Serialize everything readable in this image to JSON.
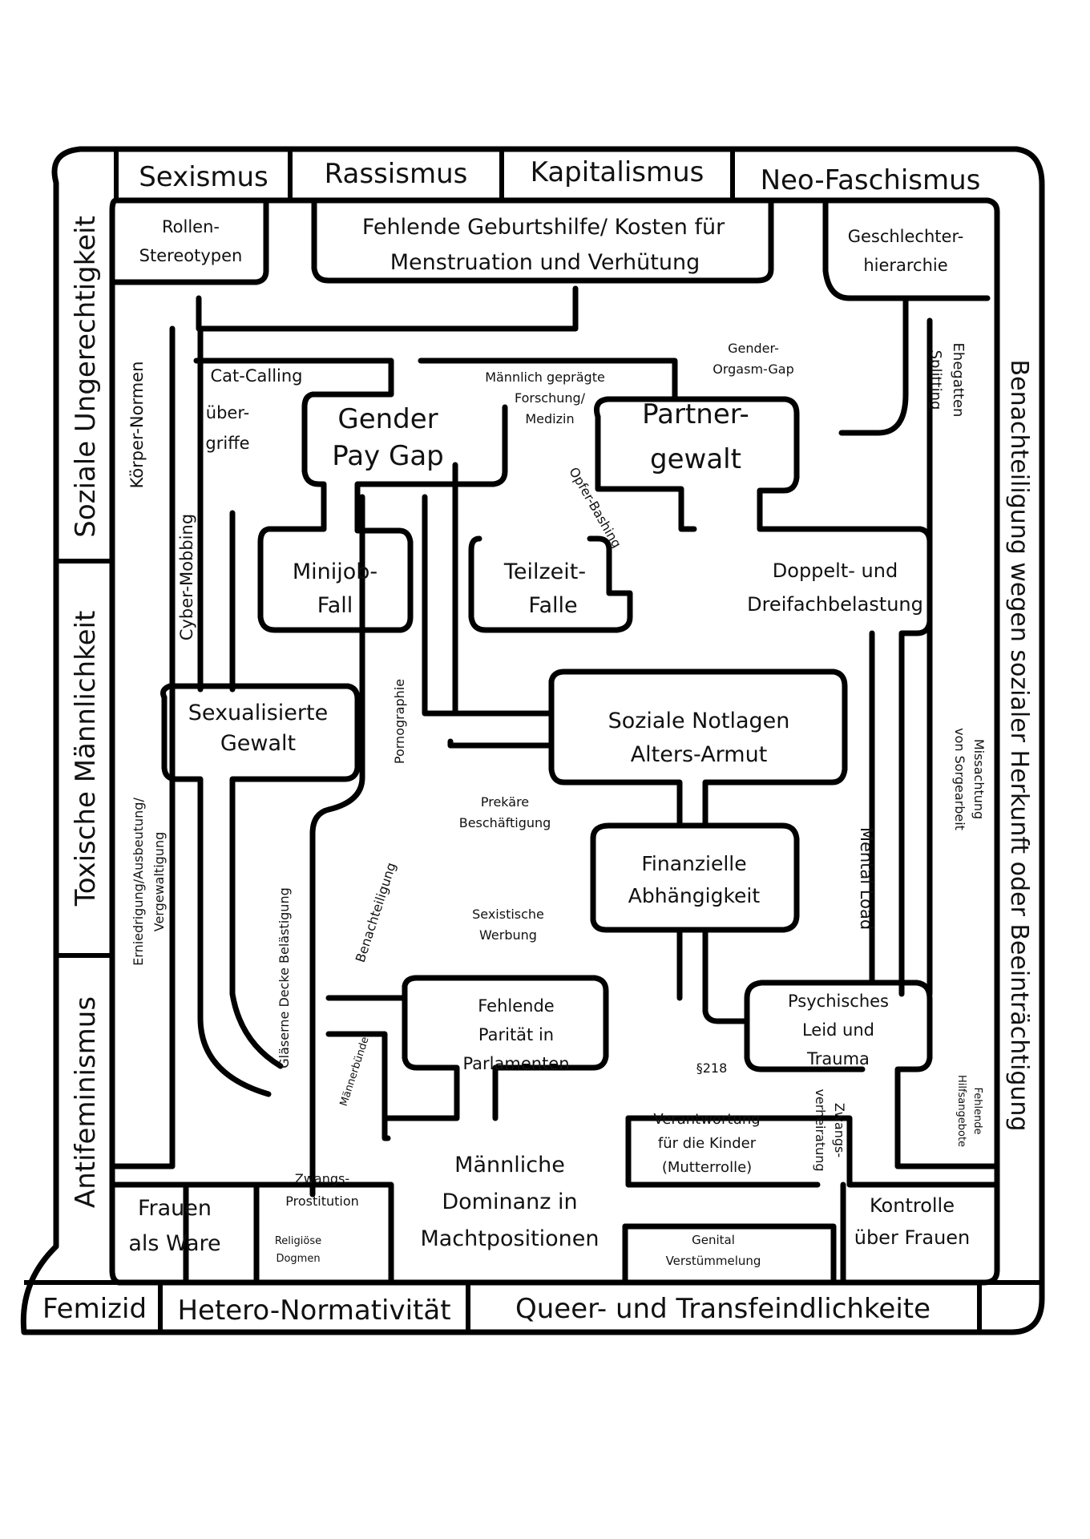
{
  "top_border": [
    "Sexismus",
    "Rassismus",
    "Kapitalismus",
    "Neo-Faschismus"
  ],
  "bottom_border": [
    "Femizid",
    "Hetero-Normativität",
    "Queer- und Transfeindlichkeite"
  ],
  "left_border": [
    "Soziale Ungerechtigkeit",
    "Toxische Männlichkeit",
    "Antifeminismus"
  ],
  "right_border": [
    "Benachteiligung wegen sozialer Herkunft oder Beeinträchtigung"
  ],
  "boxes": {
    "rollen_1": "Rollen-",
    "rollen_2": "Stereotypen",
    "geburtshilfe_1": "Fehlende Geburtshilfe/ Kosten für",
    "geburtshilfe_2": "Menstruation und Verhütung",
    "geschlechter_1": "Geschlechter-",
    "geschlechter_2": "hierarchie",
    "gender_pay_1": "Gender",
    "gender_pay_2": "Pay Gap",
    "partner_1": "Partner-",
    "partner_2": "gewalt",
    "minijob_1": "Minijob-",
    "minijob_2": "Fall",
    "teilzeit_1": "Teilzeit-",
    "teilzeit_2": "Falle",
    "doppelt_1": "Doppelt- und",
    "doppelt_2": "Dreifachbelastung",
    "sexualisiert_1": "Sexualisierte",
    "sexualisiert_2": "Gewalt",
    "notlagen_1": "Soziale Notlagen",
    "notlagen_2": "Alters-Armut",
    "finanziell_1": "Finanzielle",
    "finanziell_2": "Abhängigkeit",
    "paritaet_1": "Fehlende",
    "paritaet_2": "Parität in",
    "paritaet_3": "Parlamenten",
    "psychisch_1": "Psychisches",
    "psychisch_2": "Leid und",
    "psychisch_3": "Trauma",
    "dominanz_1": "Männliche",
    "dominanz_2": "Dominanz in",
    "dominanz_3": "Machtpositionen",
    "frauen_1": "Frauen",
    "frauen_2": "als Ware",
    "kontrolle_1": "Kontrolle",
    "kontrolle_2": "über Frauen"
  },
  "labels": {
    "cat_calling": "Cat-Calling",
    "uebergriffe_1": "über-",
    "uebergriffe_2": "griffe",
    "maennlich_1": "Männlich geprägte",
    "maennlich_2": "Forschung/",
    "maennlich_3": "Medizin",
    "orgasm_1": "Gender-",
    "orgasm_2": "Orgasm-Gap",
    "ehegatten_1": "Ehegatten",
    "ehegatten_2": "Splitting",
    "koerper": "Körper-Normen",
    "cyber": "Cyber-Mobbing",
    "opfer": "Opfer-Bashing",
    "pornographie": "Pornographie",
    "prekaer_1": "Prekäre",
    "prekaer_2": "Beschäftigung",
    "missachtung_1": "Missachtung",
    "missachtung_2": "von Sorgearbeit",
    "mental": "Mental Load",
    "erniedrigung_1": "Erniedrigung/Ausbeutung/",
    "erniedrigung_2": "Vergewaltigung",
    "glaeserne": "Gläserne Decke Belästigung",
    "benachteiligung": "Benachteiligung",
    "werbung_1": "Sexistische",
    "werbung_2": "Werbung",
    "maennerbuende": "Männerbünde",
    "paragraph": "§218",
    "zwangsverheiratung_1": "Zwangs-",
    "zwangsverheiratung_2": "verheiratung",
    "hilfsangebote_1": "Fehlende",
    "hilfsangebote_2": "Hilfsangebote",
    "verantwortung_1": "Verantwortung",
    "verantwortung_2": "für die Kinder",
    "verantwortung_3": "(Mutterrolle)",
    "zwangsprostitution_1": "Zwangs-",
    "zwangsprostitution_2": "Prostitution",
    "religioese_1": "Religiöse",
    "religioese_2": "Dogmen",
    "genital_1": "Genital",
    "genital_2": "Verstümmelung"
  }
}
